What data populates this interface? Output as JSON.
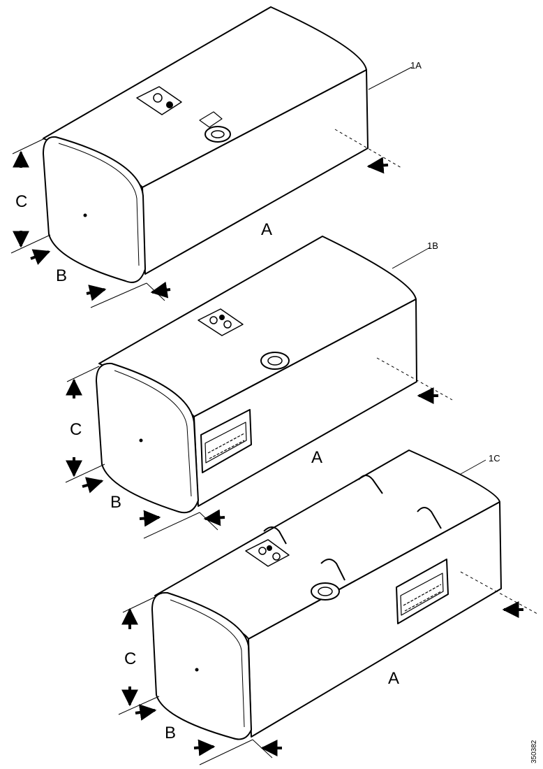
{
  "tanks": [
    {
      "id": "1A",
      "dim_a": "A",
      "dim_b": "B",
      "dim_c": "C"
    },
    {
      "id": "1B",
      "dim_a": "A",
      "dim_b": "B",
      "dim_c": "C"
    },
    {
      "id": "1C",
      "dim_a": "A",
      "dim_b": "B",
      "dim_c": "C"
    }
  ],
  "figure_code": "350382"
}
